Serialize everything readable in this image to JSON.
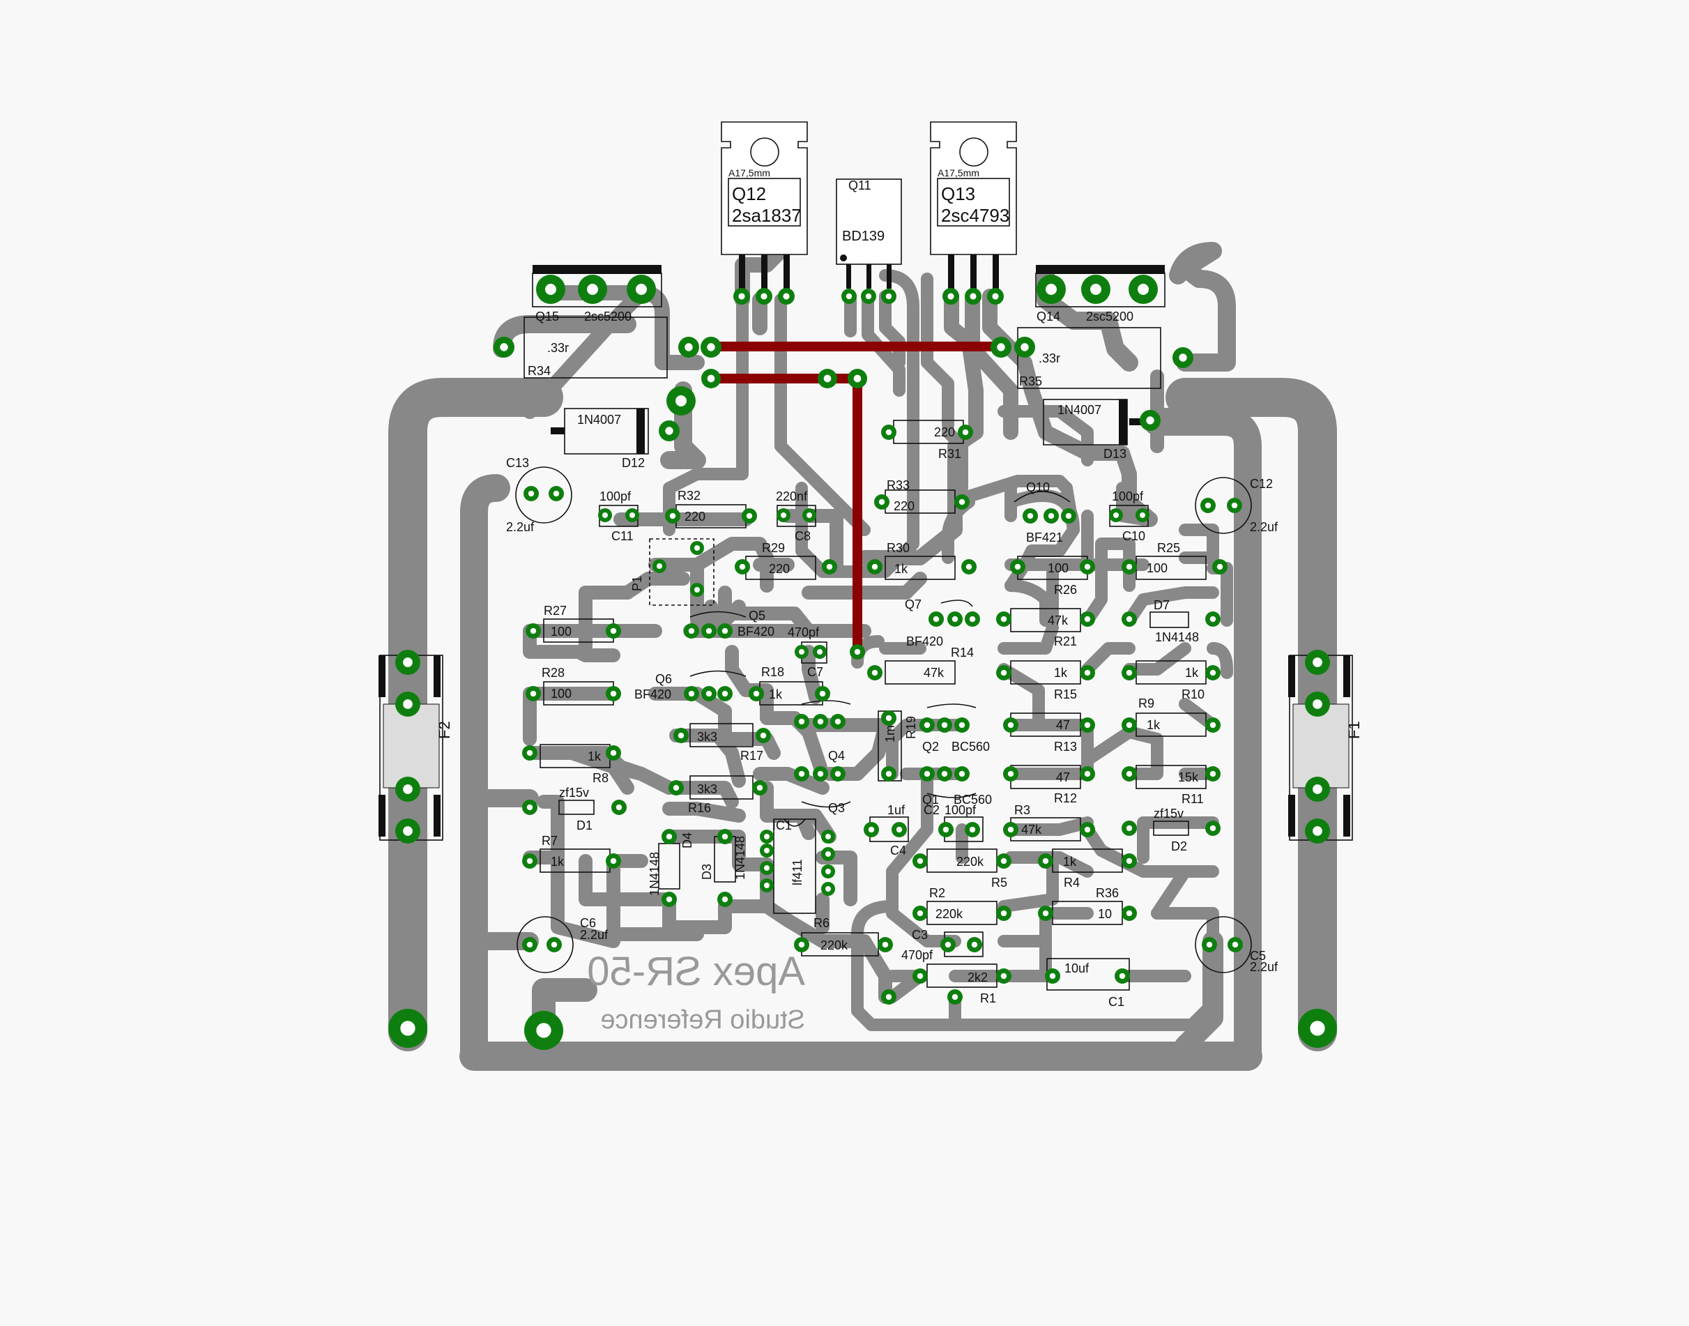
{
  "board": {
    "title": "Apex SR-50",
    "subtitle": "Studio Reference",
    "colors": {
      "background": "#f8f8f8",
      "track": "#888888",
      "pad": "#0e7f0e",
      "jumper": "#8b0000",
      "silk": "#111111"
    }
  },
  "components": {
    "q12": {
      "ref": "Q12",
      "part": "2sa1837",
      "note": "A17,5mm"
    },
    "q13": {
      "ref": "Q13",
      "part": "2sc4793",
      "note": "A17,5mm"
    },
    "q11": {
      "ref": "Q11",
      "part": "BD139"
    },
    "q15": {
      "ref": "Q15",
      "part": "2sc5200"
    },
    "q14": {
      "ref": "Q14",
      "part": "2sc5200"
    },
    "r34": {
      "ref": "R34",
      "value": ".33r"
    },
    "r35": {
      "ref": "R35",
      "value": ".33r"
    },
    "d12": {
      "ref": "D12",
      "value": "1N4007"
    },
    "d13": {
      "ref": "D13",
      "value": "1N4007"
    },
    "r31": {
      "ref": "R31",
      "value": "220"
    },
    "r33": {
      "ref": "R33",
      "value": "220"
    },
    "r32": {
      "ref": "R32",
      "value": "220"
    },
    "r29": {
      "ref": "R29",
      "value": "220"
    },
    "r30": {
      "ref": "R30",
      "value": "1k"
    },
    "c13": {
      "ref": "C13",
      "value": "2.2uf"
    },
    "c12": {
      "ref": "C12",
      "value": "2.2uf"
    },
    "c11": {
      "ref": "C11",
      "value": "100pf"
    },
    "c8": {
      "ref": "C8",
      "value": "220nf"
    },
    "c10": {
      "ref": "C10",
      "value": "100pf"
    },
    "q10": {
      "ref": "Q10",
      "part": "BF421"
    },
    "r26": {
      "ref": "R26",
      "value": "100"
    },
    "r25": {
      "ref": "R25",
      "value": "100"
    },
    "p1": {
      "ref": "P1"
    },
    "r27": {
      "ref": "R27",
      "value": "100"
    },
    "q5": {
      "ref": "Q5",
      "part": "BF420"
    },
    "c7": {
      "ref": "C7",
      "value": "470pf"
    },
    "q7": {
      "ref": "Q7",
      "part": "BF420"
    },
    "r21": {
      "ref": "R21",
      "value": "47k"
    },
    "d7": {
      "ref": "D7",
      "value": "1N4148"
    },
    "r28": {
      "ref": "R28",
      "value": "100"
    },
    "q6": {
      "ref": "Q6",
      "part": "BF420"
    },
    "r18": {
      "ref": "R18",
      "value": "1k"
    },
    "r14": {
      "ref": "R14",
      "value": "47k"
    },
    "r15": {
      "ref": "R15",
      "value": "1k"
    },
    "r10": {
      "ref": "R10",
      "value": "1k"
    },
    "r19": {
      "ref": "R19",
      "value": "1m"
    },
    "r17": {
      "ref": "R17",
      "value": "3k3"
    },
    "r16": {
      "ref": "R16",
      "value": "3k3"
    },
    "q4": {
      "ref": "Q4"
    },
    "q3": {
      "ref": "Q3"
    },
    "q2": {
      "ref": "Q2",
      "part": "BC560"
    },
    "q1": {
      "ref": "Q1",
      "part": "BC560"
    },
    "r13": {
      "ref": "R13",
      "value": "47"
    },
    "r12": {
      "ref": "R12",
      "value": "47"
    },
    "r9": {
      "ref": "R9",
      "value": "1k"
    },
    "r11": {
      "ref": "R11",
      "value": "15k"
    },
    "r8": {
      "ref": "R8",
      "value": "1k"
    },
    "d1": {
      "ref": "D1",
      "value": "zf15v"
    },
    "d2": {
      "ref": "D2",
      "value": "zf15v"
    },
    "d4": {
      "ref": "D4",
      "value": "1N4148"
    },
    "d3": {
      "ref": "D3",
      "value": "1N4148"
    },
    "ic1": {
      "ref": "IC1",
      "part": "lf411"
    },
    "c4": {
      "ref": "C4",
      "value": "1uf"
    },
    "c2": {
      "ref": "C2",
      "value": "100pf"
    },
    "r3": {
      "ref": "R3",
      "value": "47k"
    },
    "r7": {
      "ref": "R7",
      "value": "1k"
    },
    "r5": {
      "ref": "R5",
      "value": "220k"
    },
    "r4": {
      "ref": "R4",
      "value": "1k"
    },
    "r2": {
      "ref": "R2",
      "value": "220k"
    },
    "r36": {
      "ref": "R36",
      "value": "10"
    },
    "c6": {
      "ref": "C6",
      "value": "2.2uf"
    },
    "r6": {
      "ref": "R6",
      "value": "220k"
    },
    "c3": {
      "ref": "C3",
      "value": "470pf"
    },
    "c5": {
      "ref": "C5",
      "value": "2.2uf"
    },
    "r1": {
      "ref": "R1",
      "value": "2k2"
    },
    "c1": {
      "ref": "C1",
      "value": "10uf"
    },
    "f1": {
      "ref": "F1"
    },
    "f2": {
      "ref": "F2"
    }
  }
}
